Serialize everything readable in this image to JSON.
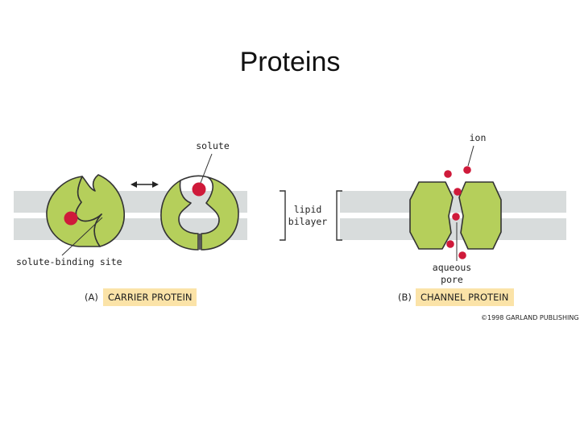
{
  "slide": {
    "title": "Proteins"
  },
  "labels": {
    "solute": "solute",
    "solute_binding_site": "solute-binding site",
    "ion": "ion",
    "lipid": "lipid",
    "bilayer": "bilayer",
    "aqueous": "aqueous",
    "pore": "pore"
  },
  "panels": {
    "a_letter": "(A)",
    "a_name": "CARRIER PROTEIN",
    "b_letter": "(B)",
    "b_name": "CHANNEL PROTEIN"
  },
  "copyright": "©1998 GARLAND PUBLISHING",
  "colors": {
    "membrane": "#d8dcdc",
    "protein": "#b5cf5b",
    "solute": "#cf1a3a",
    "tag_bg": "#fbe3a8"
  }
}
